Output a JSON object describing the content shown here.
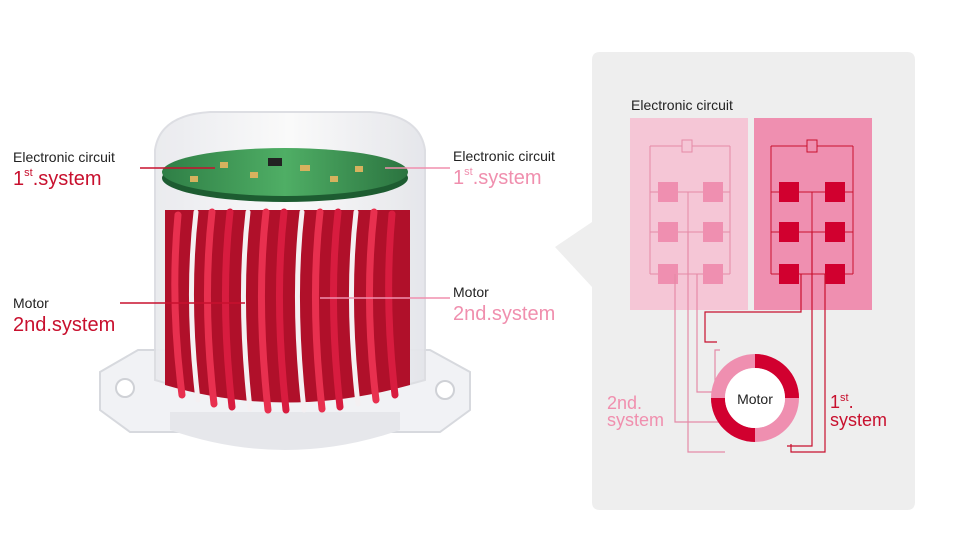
{
  "left_labels": {
    "tl": {
      "small": "Electronic circuit",
      "num": "1",
      "sup": "st",
      "rest": ".system"
    },
    "tr": {
      "small": "Electronic circuit",
      "num": "1",
      "sup": "st",
      "rest": ".system"
    },
    "ml": {
      "small": "Motor",
      "big": "2nd.system"
    },
    "mr": {
      "small": "Motor",
      "big": "2nd.system"
    }
  },
  "panel": {
    "title": "Electronic circuit",
    "motor_label": "Motor",
    "second_system": [
      "2nd.",
      "system"
    ],
    "first_system": {
      "num": "1",
      "sup": "st",
      "dot": ".",
      "word": "system"
    }
  },
  "colors": {
    "dark_red": "#c8102e",
    "pink": "#f08fae",
    "light_pink_block": "#f5c6d6",
    "pink_block": "#ef8fb0",
    "panel_bg": "#eeeeee"
  }
}
